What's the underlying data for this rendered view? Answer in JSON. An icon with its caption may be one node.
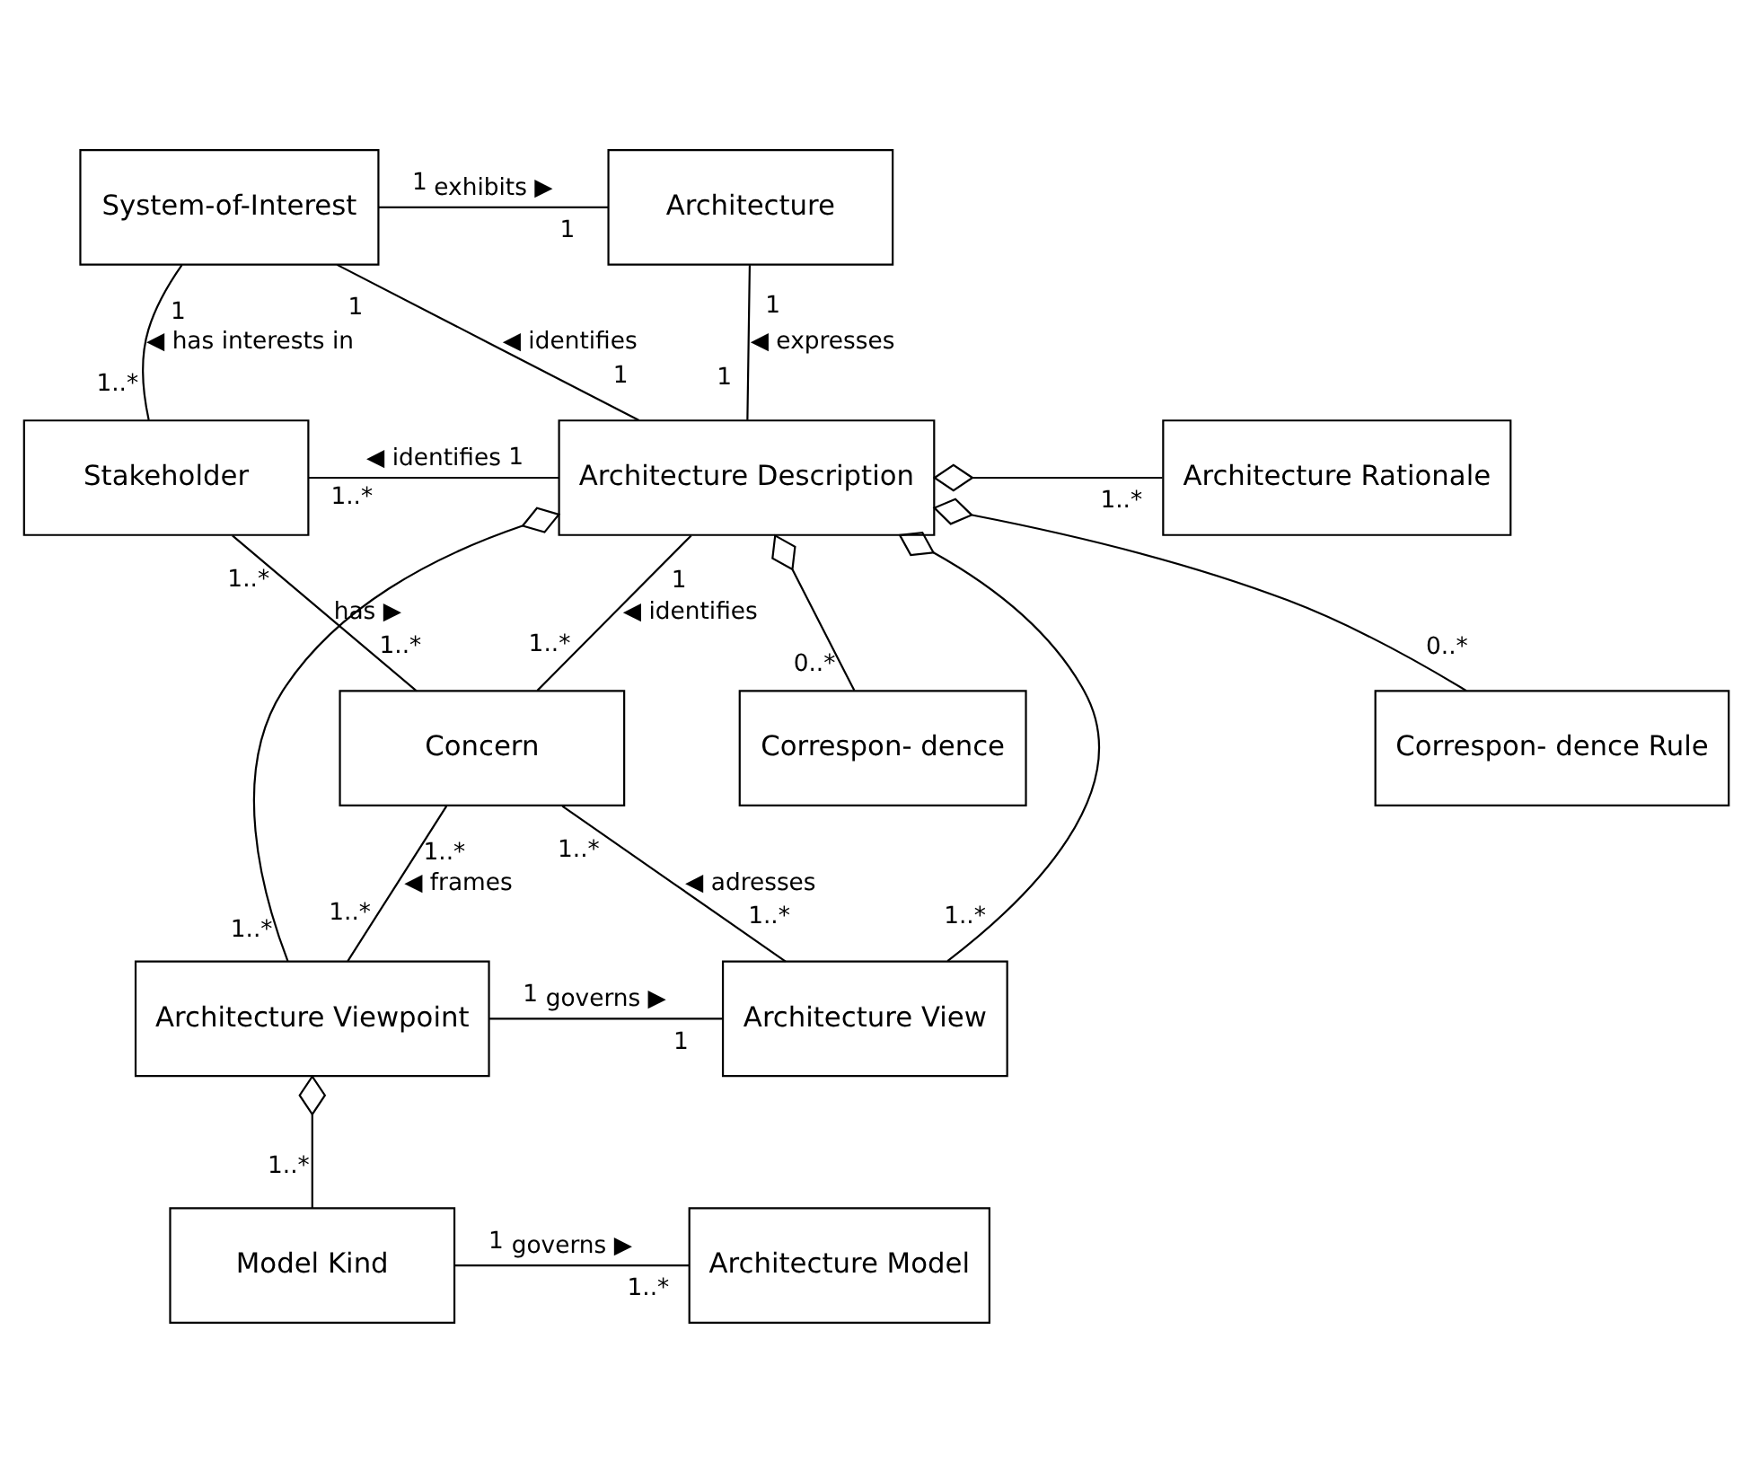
{
  "diagram": {
    "nodes": [
      {
        "text": [
          "System-of-Interest"
        ]
      },
      {
        "text": [
          "Architecture"
        ]
      },
      {
        "text": [
          "Stakeholder"
        ]
      },
      {
        "text": [
          "Architecture Description"
        ]
      },
      {
        "text": [
          "Architecture Rationale"
        ]
      },
      {
        "text": [
          "Concern"
        ]
      },
      {
        "text": [
          "Correspon- dence Rule"
        ]
      },
      {
        "text": [
          "Correspon- dence"
        ]
      },
      {
        "text": [
          "Architecture Viewpoint"
        ]
      },
      {
        "text": [
          "Architecture View"
        ]
      },
      {
        "text": [
          "Model Kind"
        ]
      },
      {
        "text": [
          "Architecture Model"
        ]
      }
    ],
    "edges": [
      {
        "from": 0,
        "to": 1,
        "arrow": "none",
        "label": "exhibits ▶"
      },
      {
        "from": 0,
        "to": 3,
        "arrow": "none",
        "label": "◀ identifies"
      },
      {
        "from": 0,
        "to": 2,
        "arrow": "none",
        "label": "◀ has interests in"
      },
      {
        "from": 1,
        "to": 3,
        "arrow": "none",
        "label": "◀ expresses"
      },
      {
        "from": 2,
        "to": 3,
        "arrow": "none",
        "label": "◀ identifies"
      },
      {
        "from": 3,
        "to": 4,
        "arrow": "other"
      },
      {
        "from": 2,
        "to": 5,
        "arrow": "none",
        "label": "has ▶"
      },
      {
        "from": 5,
        "to": 3,
        "arrow": "none",
        "label": "◀ identifies"
      },
      {
        "from": 3,
        "to": 8,
        "arrow": "other"
      },
      {
        "from": 3,
        "to": 9,
        "arrow": "other"
      },
      {
        "from": 3,
        "to": 6,
        "arrow": "other"
      },
      {
        "from": 3,
        "to": 7,
        "arrow": "other"
      },
      {
        "from": 5,
        "to": 9,
        "arrow": "none",
        "label": "◀ adresses"
      },
      {
        "from": 5,
        "to": 8,
        "arrow": "none",
        "label": "◀ frames"
      },
      {
        "from": 8,
        "to": 9,
        "arrow": "none",
        "label": "governs ▶"
      },
      {
        "from": 8,
        "to": 10,
        "arrow": "other"
      },
      {
        "from": 10,
        "to": 11,
        "arrow": "none",
        "label": "governs ▶"
      }
    ],
    "labels": [
      "1",
      "1",
      "1",
      "1",
      "1",
      "1..*",
      "1",
      "1",
      "1..*",
      "1",
      "1..*",
      "1..*",
      "1..*",
      "1..*",
      "1",
      "1..*",
      "1..*",
      "0..*",
      "0..*",
      "1..*",
      "1..*",
      "1..*",
      "1..*",
      "1",
      "1",
      "1..*",
      "1",
      "1..*"
    ]
  }
}
